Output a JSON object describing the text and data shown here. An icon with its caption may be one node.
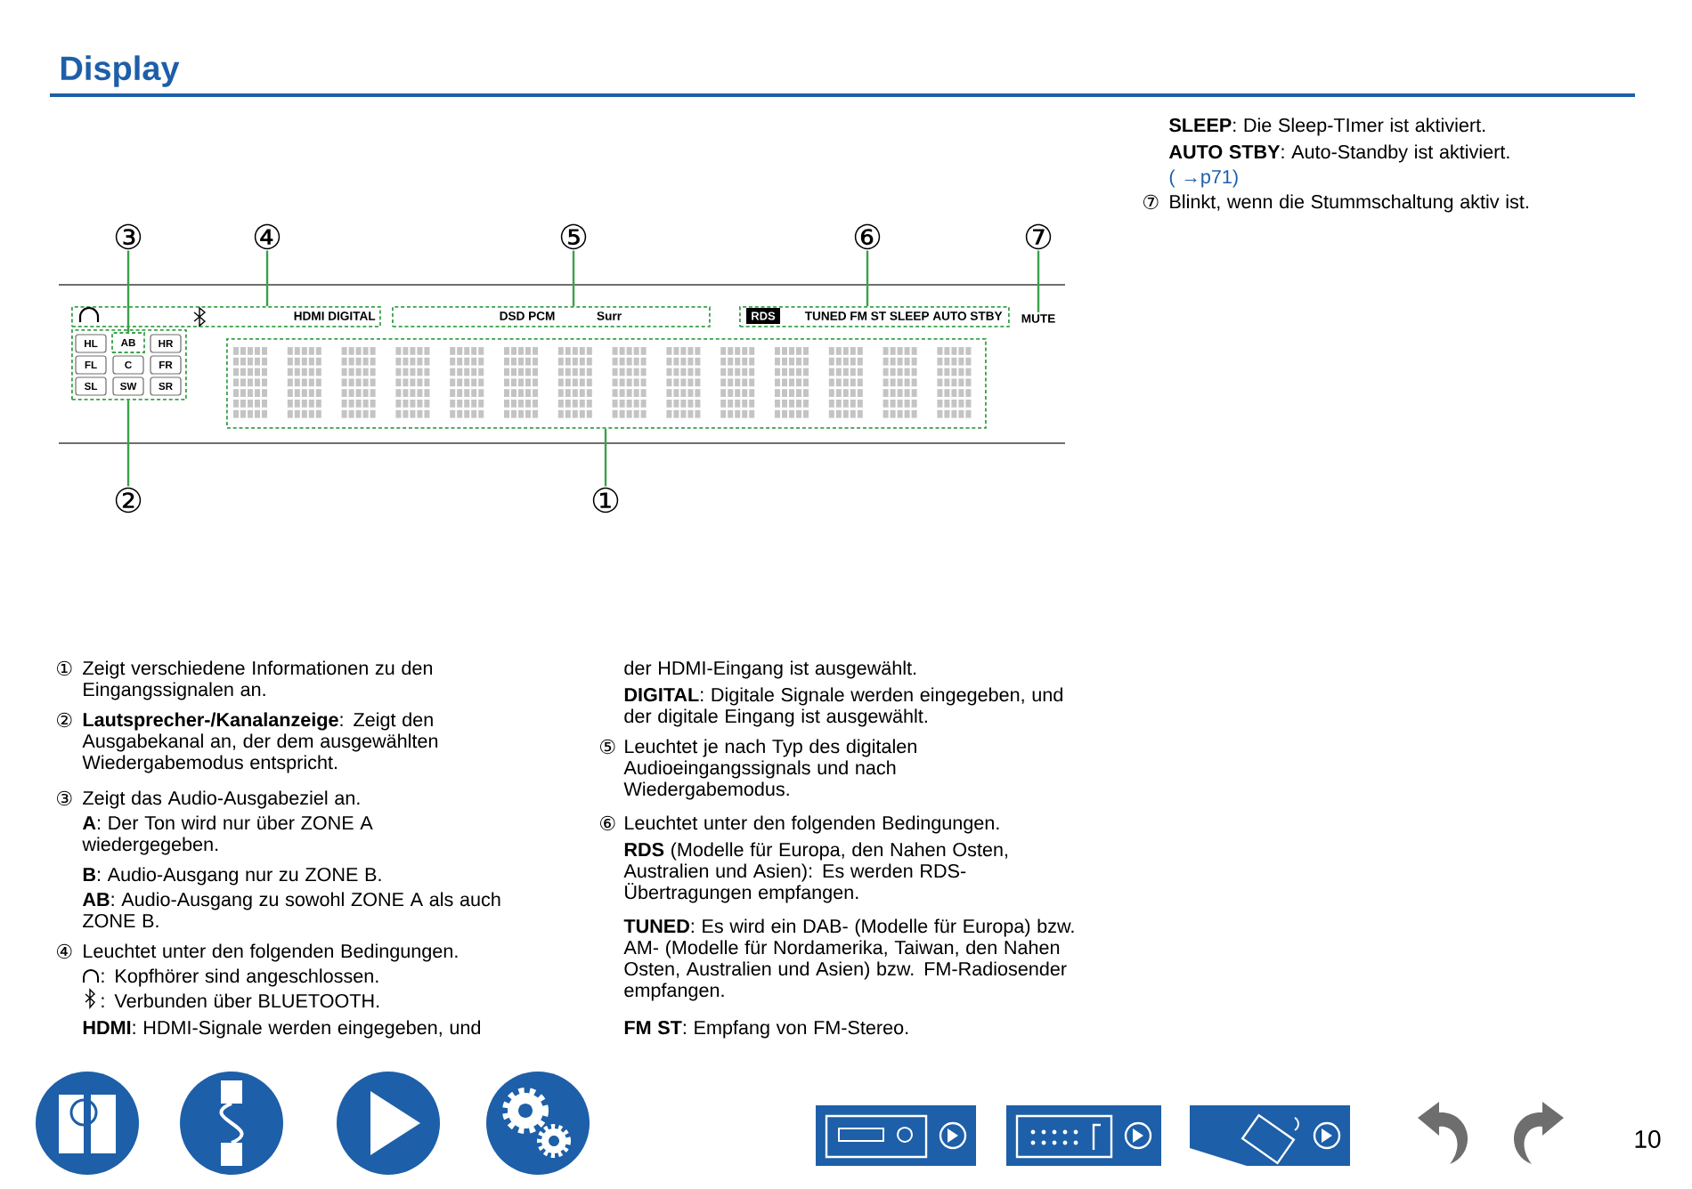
{
  "diagram": {
    "title": "Display",
    "nodes": [
      {
        "text": [
          "③"
        ]
      },
      {
        "text": [
          "④"
        ]
      },
      {
        "text": [
          "⑤"
        ]
      },
      {
        "text": [
          "⑥"
        ]
      },
      {
        "text": [
          "⑦"
        ]
      },
      {
        "text": [
          "HDMI DIGITAL"
        ]
      },
      {
        "text": [
          "DSD PCM",
          "Surr"
        ]
      },
      {
        "text": [
          "TUNED FM ST SLEEP AUTO STBY"
        ]
      },
      {
        "text": [
          "RDS"
        ],
        "in": 7
      },
      {
        "text": [
          "MUTE"
        ]
      },
      {
        "text": [],
        "shape": "box"
      },
      {
        "text": [
          "HL"
        ],
        "in": 10
      },
      {
        "text": [
          "AB"
        ],
        "in": 10
      },
      {
        "text": [
          "HR"
        ],
        "in": 10
      },
      {
        "text": [
          "FL"
        ],
        "in": 10
      },
      {
        "text": [
          "C"
        ],
        "in": 10
      },
      {
        "text": [
          "FR"
        ],
        "in": 10
      },
      {
        "text": [
          "SL"
        ],
        "in": 10
      },
      {
        "text": [
          "SW"
        ],
        "in": 10
      },
      {
        "text": [
          "SR"
        ],
        "in": 10
      },
      {
        "text": [],
        "shape": "box"
      },
      {
        "text": [
          "②"
        ]
      },
      {
        "text": [
          "①"
        ]
      }
    ],
    "edges": [
      {
        "from": 0,
        "to": 12,
        "arrow": "none"
      },
      {
        "from": 1,
        "to": 5,
        "arrow": "none"
      },
      {
        "from": 2,
        "to": 6,
        "arrow": "none"
      },
      {
        "from": 3,
        "to": 7,
        "arrow": "none"
      },
      {
        "from": 4,
        "to": 9,
        "arrow": "none"
      },
      {
        "from": 21,
        "to": 10,
        "arrow": "none"
      },
      {
        "from": 22,
        "to": 20,
        "arrow": "none"
      }
    ],
    "labels": [
      "①",
      "Zeigt verschiedene Informationen zu den Eingangssignalen an.",
      "②",
      "**Lautsprecher-/Kanalanzeige**: Zeigt den Ausgabekanal an, der dem ausgewählten Wiedergabemodus entspricht.",
      "③",
      "Zeigt das Audio-Ausgabeziel an.",
      "**A**: Der Ton wird nur über ZONE A wiedergegeben.",
      "**B**: Audio-Ausgang nur zu ZONE B.",
      "**AB**: Audio-Ausgang zu sowohl ZONE A als auch ZONE B.",
      "④",
      "Leuchtet unter den folgenden Bedingungen.",
      ": Kopfhörer sind angeschlossen.",
      ": Verbunden über BLUETOOTH.",
      "**HDMI**: HDMI-Signale werden eingegeben, und",
      "der HDMI-Eingang ist ausgewählt.",
      "**DIGITAL**: Digitale Signale werden eingegeben, und der digitale Eingang ist ausgewählt.",
      "⑤",
      "Leuchtet je nach Typ des digitalen Audioeingangssignals und nach Wiedergabemodus.",
      "⑥",
      "Leuchtet unter den folgenden Bedingungen.",
      "**RDS** (Modelle für Europa, den Nahen Osten, Australien und Asien): Es werden RDS-Übertragungen empfangen.",
      "**TUNED**: Es wird ein DAB- (Modelle für Europa) bzw. AM- (Modelle für Nordamerika, Taiwan, den Nahen Osten, Australien und Asien) bzw. FM-Radiosender empfangen.",
      "**FM ST**: Empfang von FM-Stereo.",
      "**SLEEP**: Die Sleep-TImer ist aktiviert.",
      "**AUTO STBY**: Auto-Standby ist aktiviert.",
      "( →p71)",
      "⑦",
      "Blinkt, wenn die Stummschaltung aktiv ist.",
      "10"
    ]
  }
}
